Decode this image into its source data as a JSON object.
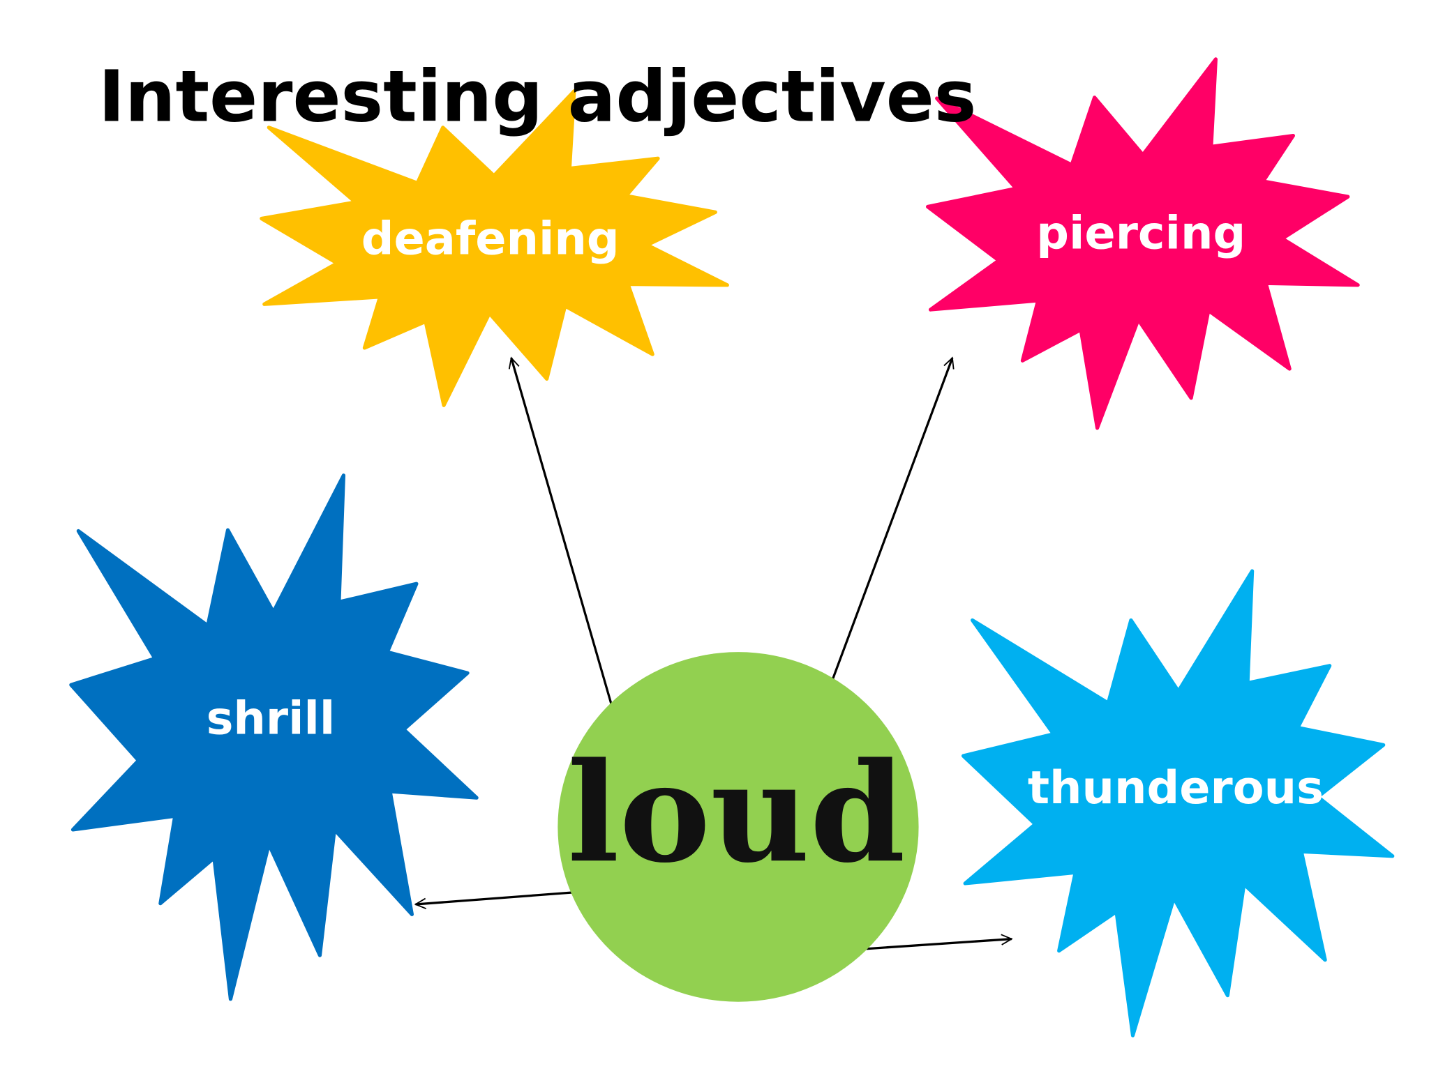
{
  "title": "Interesting adjectives",
  "center": {
    "word": "loud",
    "color": "#92d050"
  },
  "adjectives": [
    {
      "id": "deafening",
      "word": "deafening",
      "color": "#ffc000"
    },
    {
      "id": "piercing",
      "word": "piercing",
      "color": "#ff0066"
    },
    {
      "id": "shrill",
      "word": "shrill",
      "color": "#0070c0"
    },
    {
      "id": "thunderous",
      "word": "thunderous",
      "color": "#00b0f0"
    }
  ]
}
